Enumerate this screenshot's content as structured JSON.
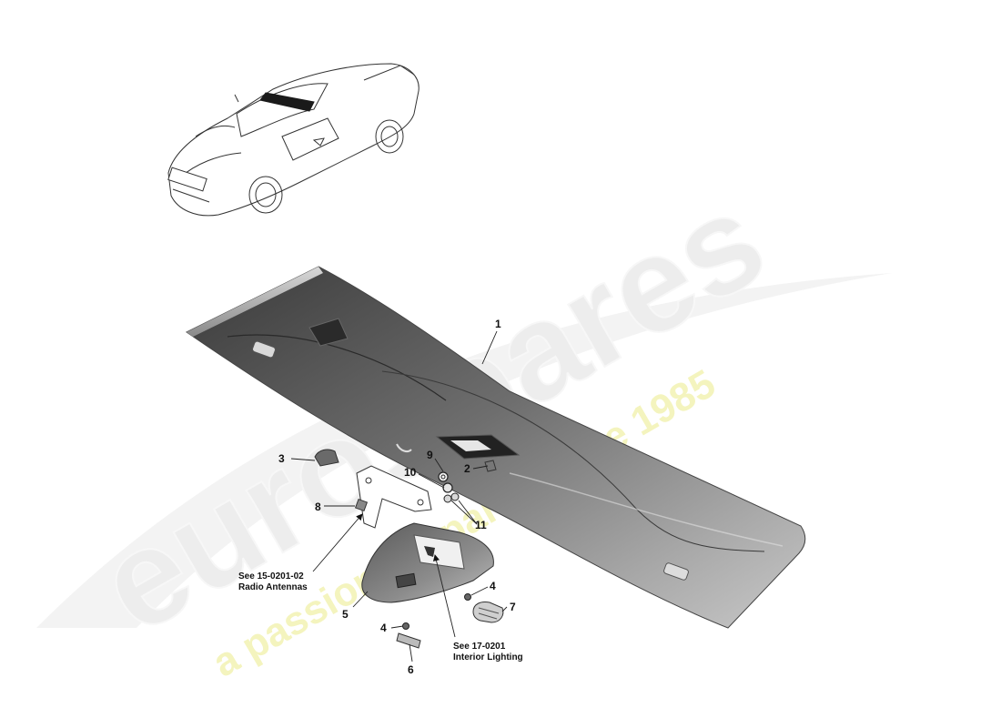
{
  "watermark": {
    "brand": "eurospares",
    "tagline": "a passion for parts since 1985",
    "brand_color": "#eeeeee",
    "tagline_color": "#f3f3b8"
  },
  "callouts": {
    "c1": "1",
    "c2": "2",
    "c3": "3",
    "c4a": "4",
    "c4b": "4",
    "c5": "5",
    "c6": "6",
    "c7": "7",
    "c8": "8",
    "c9": "9",
    "c10": "10",
    "c11": "11"
  },
  "notes": {
    "radio_line1": "See 15-0201-02",
    "radio_line2": "Radio Antennas",
    "lighting_line1": "See 17-0201",
    "lighting_line2": "Interior Lighting"
  }
}
